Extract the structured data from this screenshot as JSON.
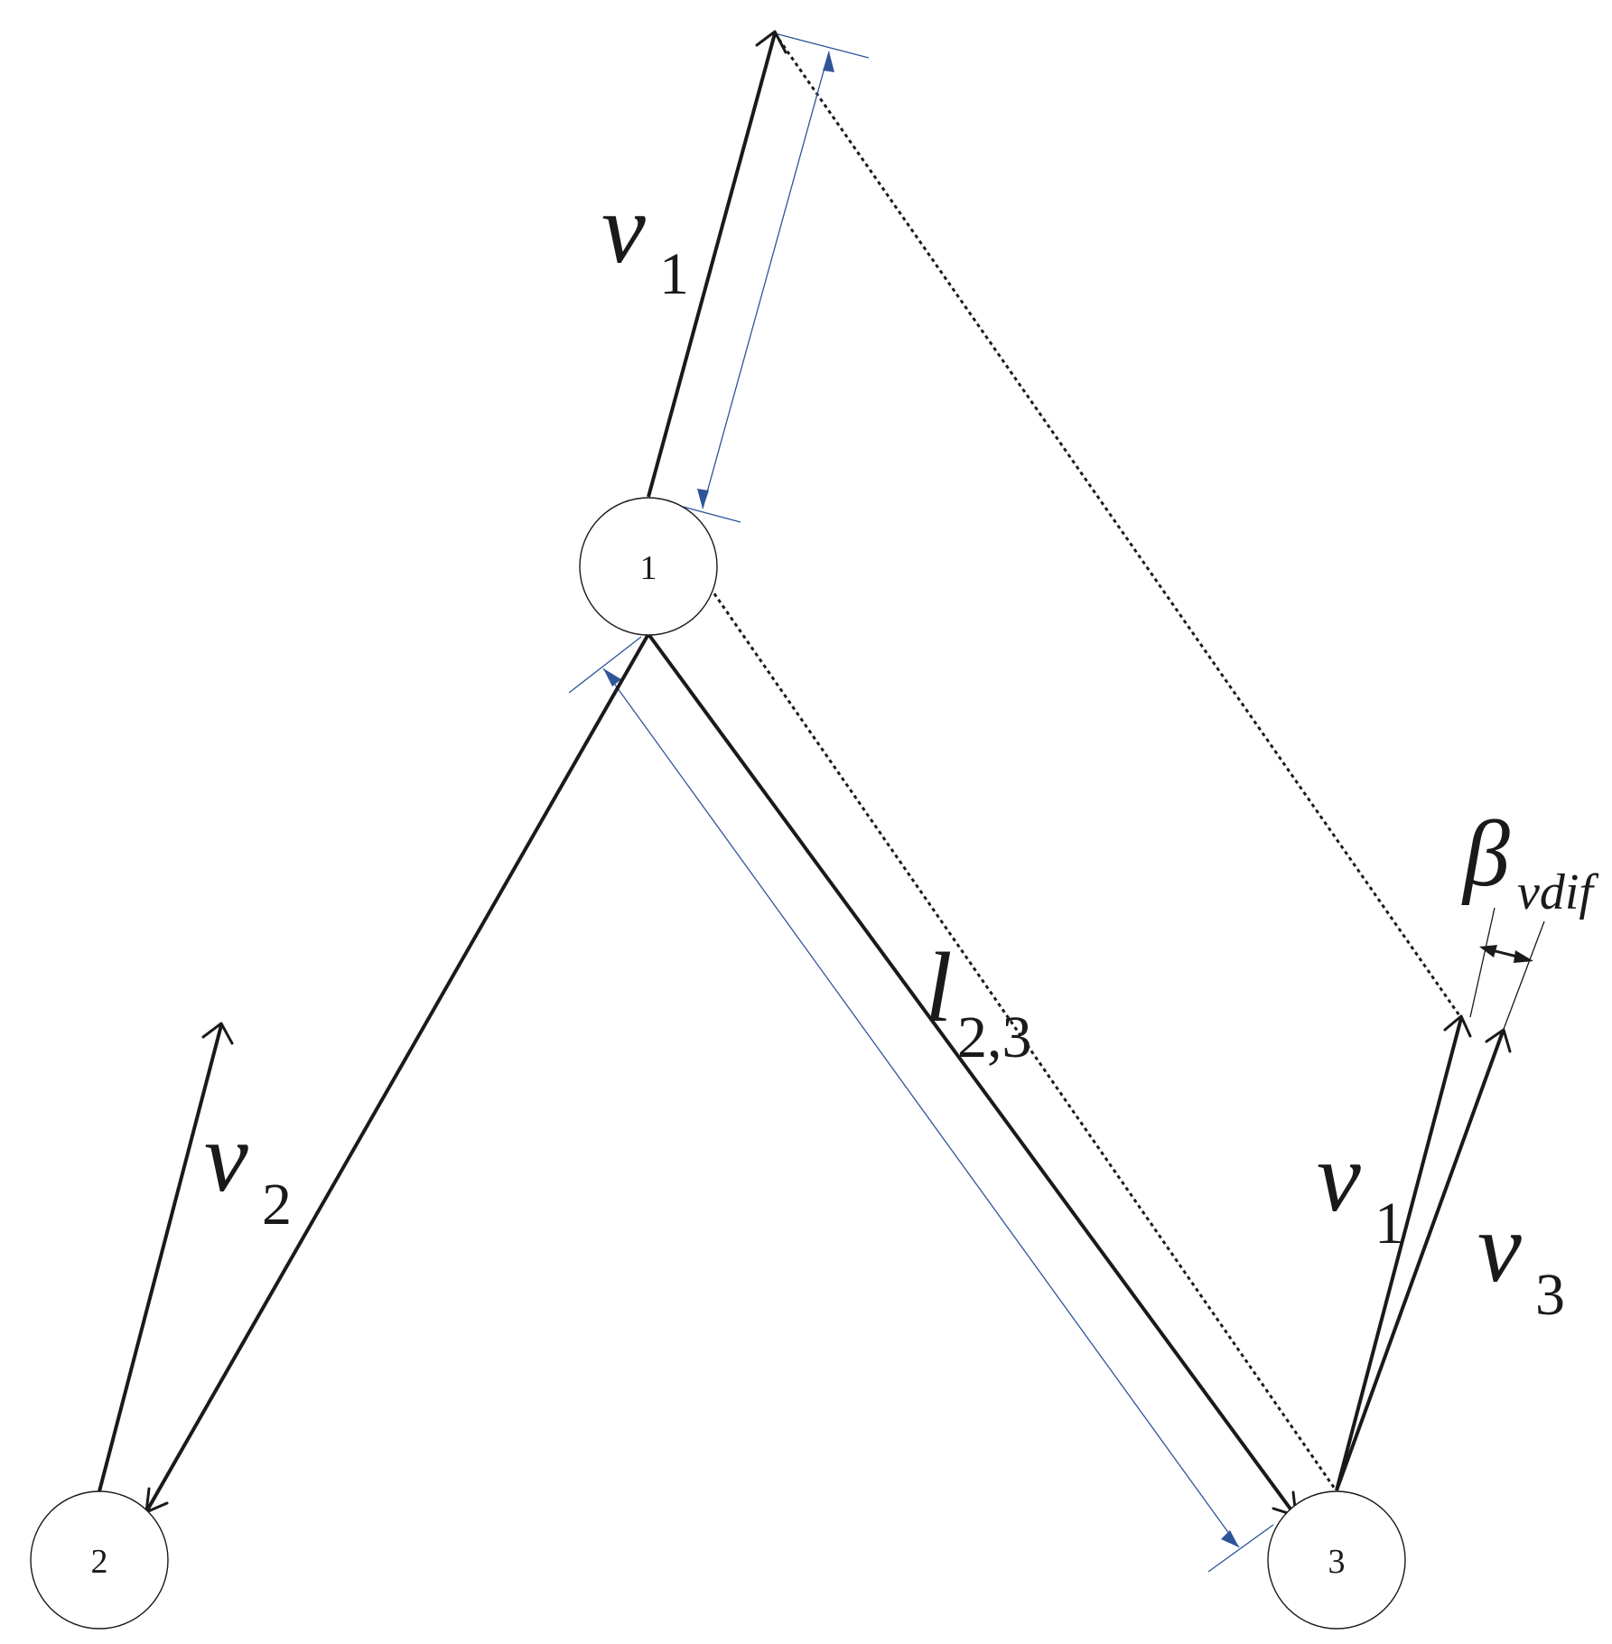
{
  "nodes": [
    {
      "id": "1",
      "label": "1"
    },
    {
      "id": "2",
      "label": "2"
    },
    {
      "id": "3",
      "label": "3"
    }
  ],
  "labels": {
    "v1_top": {
      "symbol": "v",
      "subscript": "1"
    },
    "v2": {
      "symbol": "v",
      "subscript": "2"
    },
    "l23": {
      "symbol": "l",
      "subscript": "2,3"
    },
    "v1_right": {
      "symbol": "v",
      "subscript": "1"
    },
    "v3": {
      "symbol": "v",
      "subscript": "3"
    },
    "beta": {
      "symbol": "β",
      "subscript": "vdif"
    }
  },
  "colors": {
    "ink": "#1a1a1a",
    "dimension": "#2e5597"
  }
}
